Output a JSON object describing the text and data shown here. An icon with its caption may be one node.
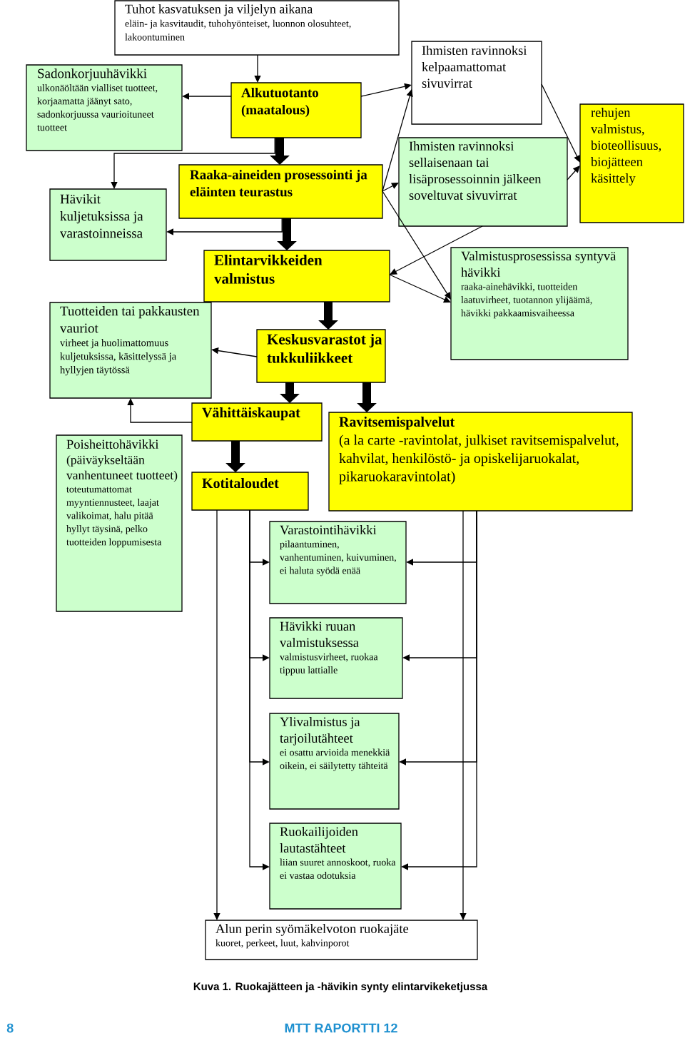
{
  "diagram": {
    "caption": "Kuva 1. Ruokajätteen ja -hävikin synty elintarvikeketjussa",
    "nodes": [
      {
        "text": [
          "Tuhot kasvatuksen ja viljelyn aikana",
          "eläin- ja kasvitaudit, tuhohyönteiset, luonnon olosuhteet, lakoontuminen"
        ]
      },
      {
        "text": [
          "Sadonkorjuuhävikki",
          "ulkonäöltään vialliset tuotteet, korjaamatta jäänyt sato, sadonkorjuussa vaurioituneet tuotteet"
        ]
      },
      {
        "text": [
          "Alkutuotanto (maatalous)"
        ]
      },
      {
        "text": [
          "Ihmisten ravinnoksi kelpaamattomat sivuvirrat"
        ]
      },
      {
        "text": [
          "rehujen valmistus, bioteollisuus, biojätteen käsittely"
        ]
      },
      {
        "text": [
          "Ihmisten ravinnoksi sellaisenaan tai lisäprosessoinnin jälkeen soveltuvat sivuvirrat"
        ]
      },
      {
        "text": [
          "Raaka-aineiden prosessointi ja eläinten teurastus"
        ]
      },
      {
        "text": [
          "Hävikit kuljetuksissa ja varastoinneissa"
        ]
      },
      {
        "text": [
          "Elintarvikkeiden valmistus"
        ]
      },
      {
        "text": [
          "Valmistusprosessissa syntyvä hävikki",
          "raaka-ainehävikki, tuotteiden laatuvirheet, tuotannon ylijäämä, hävikki pakkaamisvaiheessa"
        ]
      },
      {
        "text": [
          "Tuotteiden tai pakkausten vauriot",
          "virheet ja huolimattomuus kuljetuksissa, käsittelyssä ja hyllyjen täytössä"
        ]
      },
      {
        "text": [
          "Keskusvarastot ja tukkuliikkeet"
        ]
      },
      {
        "text": [
          "Vähittäiskaupat"
        ]
      },
      {
        "text": [
          "Ravitsemispalvelut",
          "(a la carte -ravintolat, julkiset ravitsemispalvelut, kahvilat, henkilöstö- ja opiskelijaruokalat, pikaruokaravintolat)"
        ]
      },
      {
        "text": [
          "Poisheittohävikki",
          "(päiväykseltään vanhentuneet tuotteet)",
          "toteutumattomat myyntiennusteet, laajat valikoimat, halu pitää hyllyt täysinä, pelko tuotteiden loppumisesta"
        ]
      },
      {
        "text": [
          "Kotitaloudet"
        ]
      },
      {
        "text": [
          "Varastointihävikki",
          "pilaantuminen, vanhentuminen, kuivuminen, ei haluta syödä enää"
        ]
      },
      {
        "text": [
          "Hävikki ruuan valmistuksessa",
          "valmistusvirheet, ruokaa tippuu lattialle"
        ]
      },
      {
        "text": [
          "Ylivalmistus ja tarjoilutähteet",
          "ei osattu arvioida menekkiä oikein, ei säilytetty tähteitä"
        ]
      },
      {
        "text": [
          "Ruokailijoiden lautastähteet",
          "liian suuret annoskoot, ruoka ei vastaa odotuksia"
        ]
      },
      {
        "text": [
          "Alun perin syömäkelvoton ruokajäte",
          "kuoret, perkeet, luut, kahvinporot"
        ]
      }
    ],
    "edges": [
      {
        "from": 0,
        "to": 2,
        "arrow": "to"
      },
      {
        "from": 2,
        "to": 1,
        "arrow": "to"
      },
      {
        "from": 2,
        "to": 6,
        "arrow": "to",
        "style": "thick"
      },
      {
        "from": 2,
        "to": 7,
        "arrow": "to"
      },
      {
        "from": 2,
        "to": 3,
        "arrow": "to"
      },
      {
        "from": 6,
        "to": 3,
        "arrow": "to"
      },
      {
        "from": 6,
        "to": 5,
        "arrow": "to"
      },
      {
        "from": 6,
        "to": 9,
        "arrow": "to"
      },
      {
        "from": 6,
        "to": 7,
        "arrow": "to"
      },
      {
        "from": 6,
        "to": 8,
        "arrow": "to",
        "style": "thick"
      },
      {
        "from": 3,
        "to": 4,
        "arrow": "to"
      },
      {
        "from": 5,
        "to": 4,
        "arrow": "to"
      },
      {
        "from": 5,
        "to": 8,
        "arrow": "to"
      },
      {
        "from": 8,
        "to": 9,
        "arrow": "to"
      },
      {
        "from": 8,
        "to": 11,
        "arrow": "to",
        "style": "thick"
      },
      {
        "from": 11,
        "to": 10,
        "arrow": "to"
      },
      {
        "from": 11,
        "to": 12,
        "arrow": "to",
        "style": "thick"
      },
      {
        "from": 11,
        "to": 13,
        "arrow": "to",
        "style": "thick"
      },
      {
        "from": 12,
        "to": 10,
        "arrow": "to"
      },
      {
        "from": 12,
        "to": 15,
        "arrow": "to",
        "style": "thick"
      },
      {
        "from": 15,
        "to": 20,
        "arrow": "to"
      },
      {
        "from": 15,
        "to": 16,
        "arrow": "to"
      },
      {
        "from": 15,
        "to": 17,
        "arrow": "to"
      },
      {
        "from": 15,
        "to": 18,
        "arrow": "to"
      },
      {
        "from": 15,
        "to": 19,
        "arrow": "to"
      },
      {
        "from": 13,
        "to": 20,
        "arrow": "to"
      },
      {
        "from": 13,
        "to": 16,
        "arrow": "to"
      },
      {
        "from": 13,
        "to": 17,
        "arrow": "to"
      },
      {
        "from": 13,
        "to": 18,
        "arrow": "to"
      },
      {
        "from": 13,
        "to": 19,
        "arrow": "to"
      }
    ],
    "labels": [
      "8",
      "MTT RAPORTTI 12"
    ]
  }
}
